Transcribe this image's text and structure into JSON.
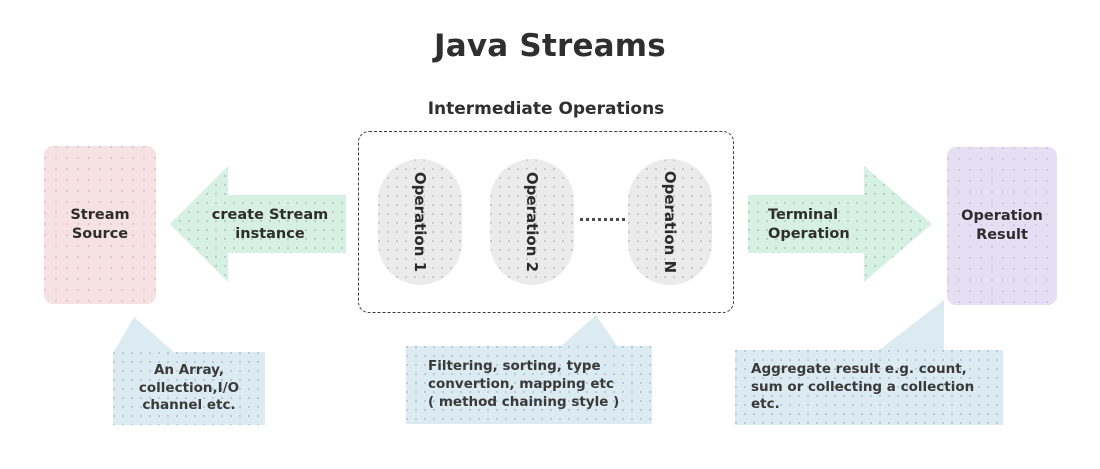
{
  "page": {
    "title": "Java Streams",
    "subtitle": "Intermediate Operations",
    "background": "#ffffff"
  },
  "colors": {
    "source_box": "#f7e2e3",
    "result_box": "#e4dff2",
    "arrow": "#d6f0e4",
    "pill": "#ebebeb",
    "callout": "#dcebf2",
    "text": "#2e2e2e",
    "dashed_border": "#3a3a3a"
  },
  "nodes": {
    "stream_source": {
      "label": "Stream\nSource"
    },
    "operation_result": {
      "label": "Operation\nResult"
    }
  },
  "arrows": {
    "left": {
      "label": "create Stream\ninstance",
      "direction": "left"
    },
    "right": {
      "label": "Terminal\nOperation",
      "direction": "right"
    }
  },
  "operations": {
    "container_label": "Intermediate Operations",
    "pills": [
      {
        "label": "Operation 1"
      },
      {
        "label": "Operation 2"
      },
      {
        "label": "Operation N"
      }
    ],
    "separator_dots": 8
  },
  "callouts": [
    {
      "name": "source",
      "text": "An Array,\ncollection,I/O\nchannel etc."
    },
    {
      "name": "intermediate",
      "text": "Filtering, sorting, type\nconvertion, mapping etc\n( method chaining style )"
    },
    {
      "name": "terminal",
      "text": "Aggregate result e.g. count,\nsum or collecting a collection\netc."
    }
  ]
}
